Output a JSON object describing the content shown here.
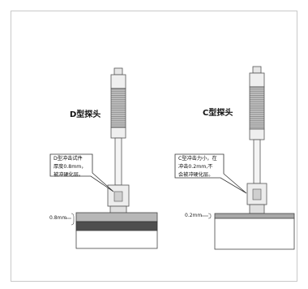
{
  "probe_d": {
    "title": "D型探头",
    "note_lines": [
      "D型冲击试件",
      "厚度0.8mm，",
      "被冲硬化层。"
    ],
    "depth_label": "0.8mm"
  },
  "probe_c": {
    "title": "C型探头",
    "note_lines": [
      "C型冲击力小，在",
      "冲击0.2mm,不",
      "会被冲硬化层。"
    ],
    "depth_label": "0.2mm"
  }
}
